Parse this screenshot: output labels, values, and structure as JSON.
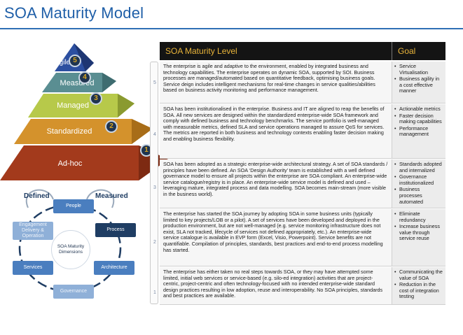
{
  "title": "SOA Maturity Model",
  "colors": {
    "title": "#1f5fa8",
    "header_bg": "#141414",
    "header_text": "#e9b43a",
    "level1": "#a33a1c",
    "level2": "#d4922c",
    "level3": "#b7c94a",
    "level4": "#5a8e92",
    "level5": "#2c4fa0"
  },
  "pyramid": {
    "levels": [
      {
        "label": "Agile",
        "number": "5"
      },
      {
        "label": "Measured",
        "number": "4"
      },
      {
        "label": "Managed",
        "number": "3"
      },
      {
        "label": "Standardized",
        "number": "2"
      },
      {
        "label": "Ad-hoc",
        "number": "1"
      }
    ]
  },
  "dimensions": {
    "left_label": "Defined",
    "right_label": "Measured",
    "center": "SOA Maturity Dimensions",
    "items": {
      "people": "People",
      "process": "Process",
      "architecture": "Architecture",
      "governance": "Governance",
      "services": "Services",
      "engagement": "Engagement Delivery & Operation"
    }
  },
  "table": {
    "header_level": "SOA Maturity Level",
    "header_goal": "Goal",
    "rows": [
      {
        "number": "5",
        "description": "The enterprise is agile and adaptive to the environment, enabled by integrated business and technology capabilities. The enterprise operates on dynamic SOA, supported by SOI. Business processes are managed/automated based on quantitative feedback, optimising business goals. Service deign includes intelligent mechanisms for real-time changes in service qualities/abilities based on business activity monitoring and performance management.",
        "goals": [
          "Service Virtualisation",
          "Business agility in a cost effective manner"
        ]
      },
      {
        "number": "4",
        "description": "SOA has been institutionalised in the enterprise. Business and IT are aligned to reap the benefits of SOA. All new services are designed within the standardized enterprise-wide SOA framework and comply with defined business and technology benchmarks. The service portfolio is well-managed with measurable metrics, defined SLA and service operations managed to assure QoS for services. The metrics are reported in both business and technology contexts enabling faster decision making and enabling business flexibility.",
        "goals": [
          "Actionable metrics",
          "Faster decision making capabilities",
          "Performance management"
        ]
      },
      {
        "number": "3",
        "description": "SOA has been adopted as a strategic enterprise-wide architectural strategy. A set of SOA standards / principles have been defined. An SOA ‘Design Authority’ team is established with a well defined governance model to ensure all projects within the enterprise are SOA compliant. An enterprise-wide service catalogue/registry is in place. An enterprise-wide service model is defined and used – leveraging mature, integrated process and data modelling. SOA becomes main-stream (more visible in the business world).",
        "goals": [
          "Standards adopted and internalized",
          "Governance institutionalized",
          "Business processes automated"
        ]
      },
      {
        "number": "2",
        "description": "The enterprise has started the SOA journey by adopting SOA in some business units (typically limited to key projects/LOB or a pilot). A set of services have been developed and deployed in the production environment, but are not well-managed (e.g. service monitoring infrastructure does not exist, SLA not tracked, lifecycle of services not defined appropriately, etc.). An enterprise-wide service catalogue is available in EVP form (Excel, Visio, Powerpoint). Service benefits are not quantifiable. Compilation of principles, standards, best practices and end-to-end process modelling has started.",
        "goals": [
          "Eliminate redundancy",
          "Increase business value through service reuse"
        ]
      },
      {
        "number": "1",
        "description": "The enterprise has either taken no real steps towards SOA, or they may have attempted some limited, initial web services or service-based (e.g. silo-ed integration) activities that are project-centric, project-centric and often technology-focused with no intended enterprise-wide standard design practices resulting in low adoption, reuse and interoperability. No SOA principles, standards and best practices are available.",
        "goals": [
          "Communicating the value of SOA",
          "Reduction in the cost of integration testing"
        ]
      }
    ]
  }
}
